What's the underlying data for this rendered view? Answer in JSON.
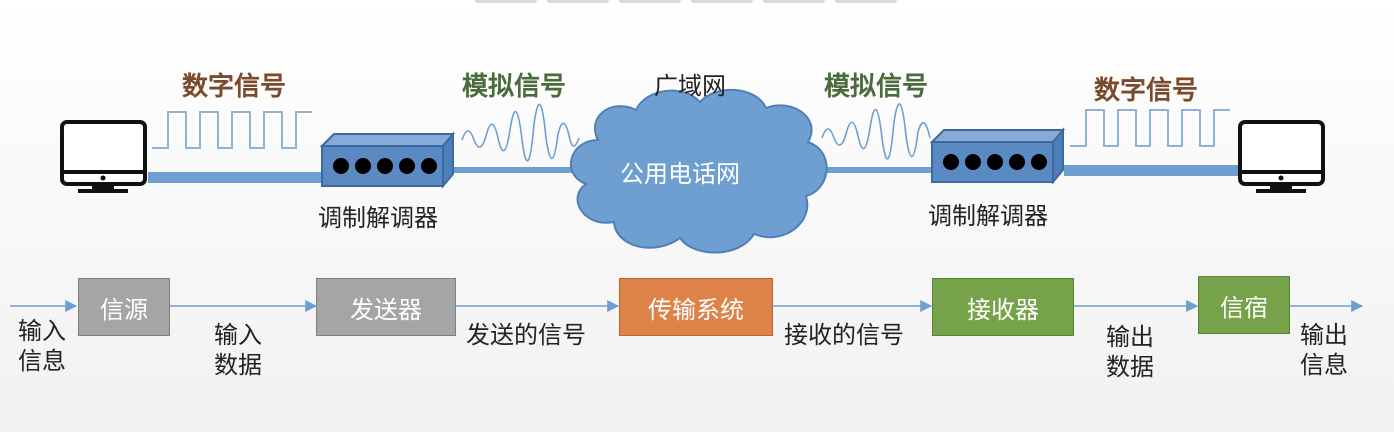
{
  "top": {
    "left_digital": "数字信号",
    "left_analog": "模拟信号",
    "wan": "广域网",
    "cloud": "公用电话网",
    "right_analog": "模拟信号",
    "right_digital": "数字信号",
    "left_modem": "调制解调器",
    "right_modem": "调制解调器"
  },
  "flow": {
    "input_info": "输入\n信息",
    "source": "信源",
    "input_data": "输入\n数据",
    "transmitter": "发送器",
    "sent_signal": "发送的信号",
    "transmission": "传输系统",
    "received_signal": "接收的信号",
    "receiver": "接收器",
    "output_data": "输出\n数据",
    "destination": "信宿",
    "output_info": "输出\n信息"
  },
  "colors": {
    "line_blue": "#6f9fd0",
    "modem_blue": "#5b8ac2",
    "cloud_blue": "#6f9fd0",
    "box_gray": "#a5a5a5",
    "box_orange": "#dd8249",
    "box_green": "#76a349",
    "digital_text": "#7a4a2d",
    "analog_text": "#4a6b3c"
  }
}
